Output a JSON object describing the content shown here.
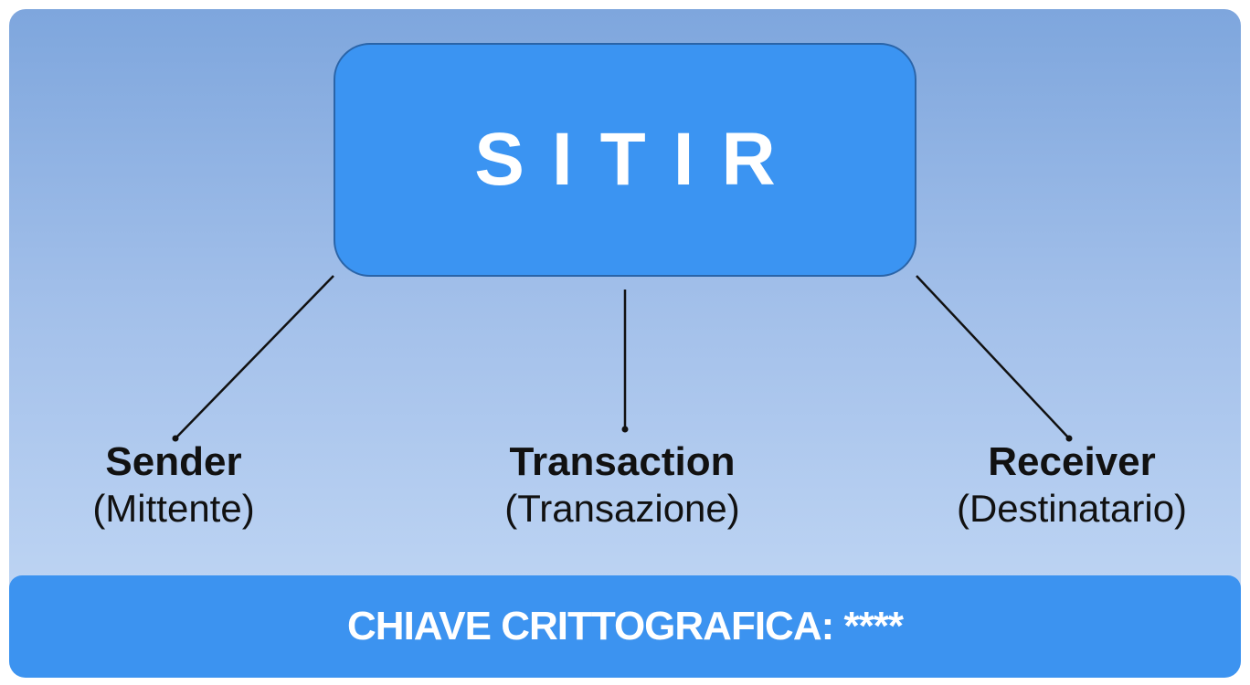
{
  "title": "SITIR",
  "nodes": [
    {
      "id": "sender",
      "label": "Sender",
      "sublabel": "(Mittente)"
    },
    {
      "id": "transaction",
      "label": "Transaction",
      "sublabel": "(Transazione)"
    },
    {
      "id": "receiver",
      "label": "Receiver",
      "sublabel": "(Destinatario)"
    }
  ],
  "footer": {
    "label": "CHIAVE CRITTOGRAFICA: ****"
  },
  "colors": {
    "box_fill": "#3b94f2",
    "box_border": "#2a64a8",
    "footer_fill": "#3c93f0",
    "background_top": "#7ea6dd",
    "background_bottom": "#c5daf6"
  }
}
